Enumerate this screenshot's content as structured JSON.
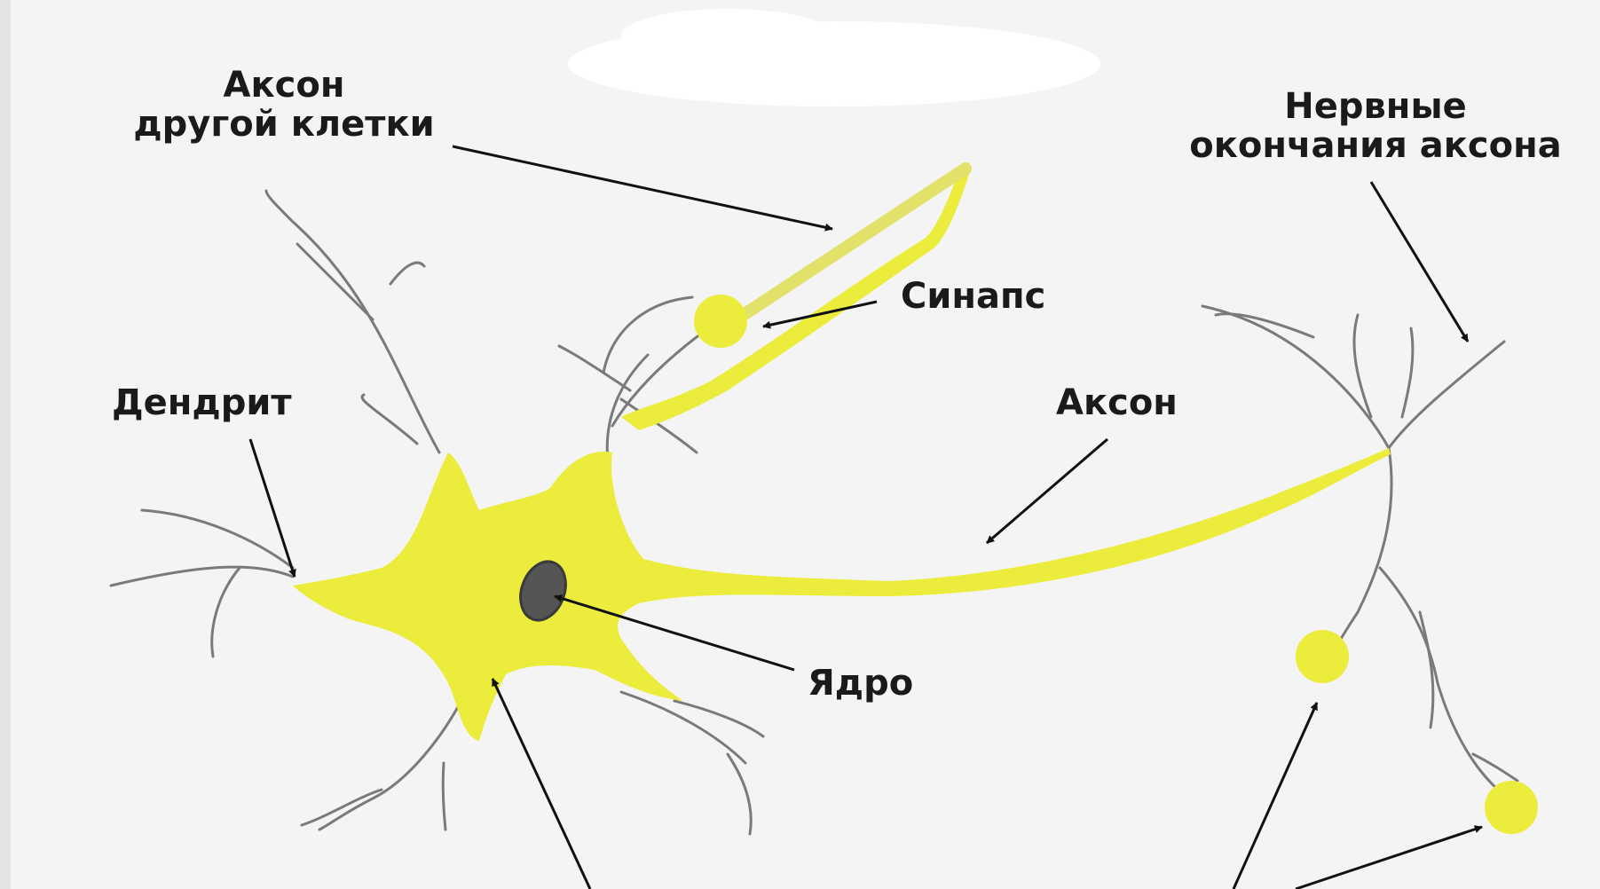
{
  "labels": {
    "other_axon_line1": "Аксон",
    "other_axon_line2": "другой клетки",
    "nerve_endings_line1": "Нервные",
    "nerve_endings_line2": "окончания аксона",
    "synapse": "Синапс",
    "dendrite": "Дендрит",
    "axon": "Аксон",
    "nucleus": "Ядро"
  },
  "colors": {
    "cell": "#ecec3c",
    "branch": "#7a7a7a",
    "nucleus": "#555555",
    "arrow": "#111111",
    "background": "#f4f4f4"
  }
}
